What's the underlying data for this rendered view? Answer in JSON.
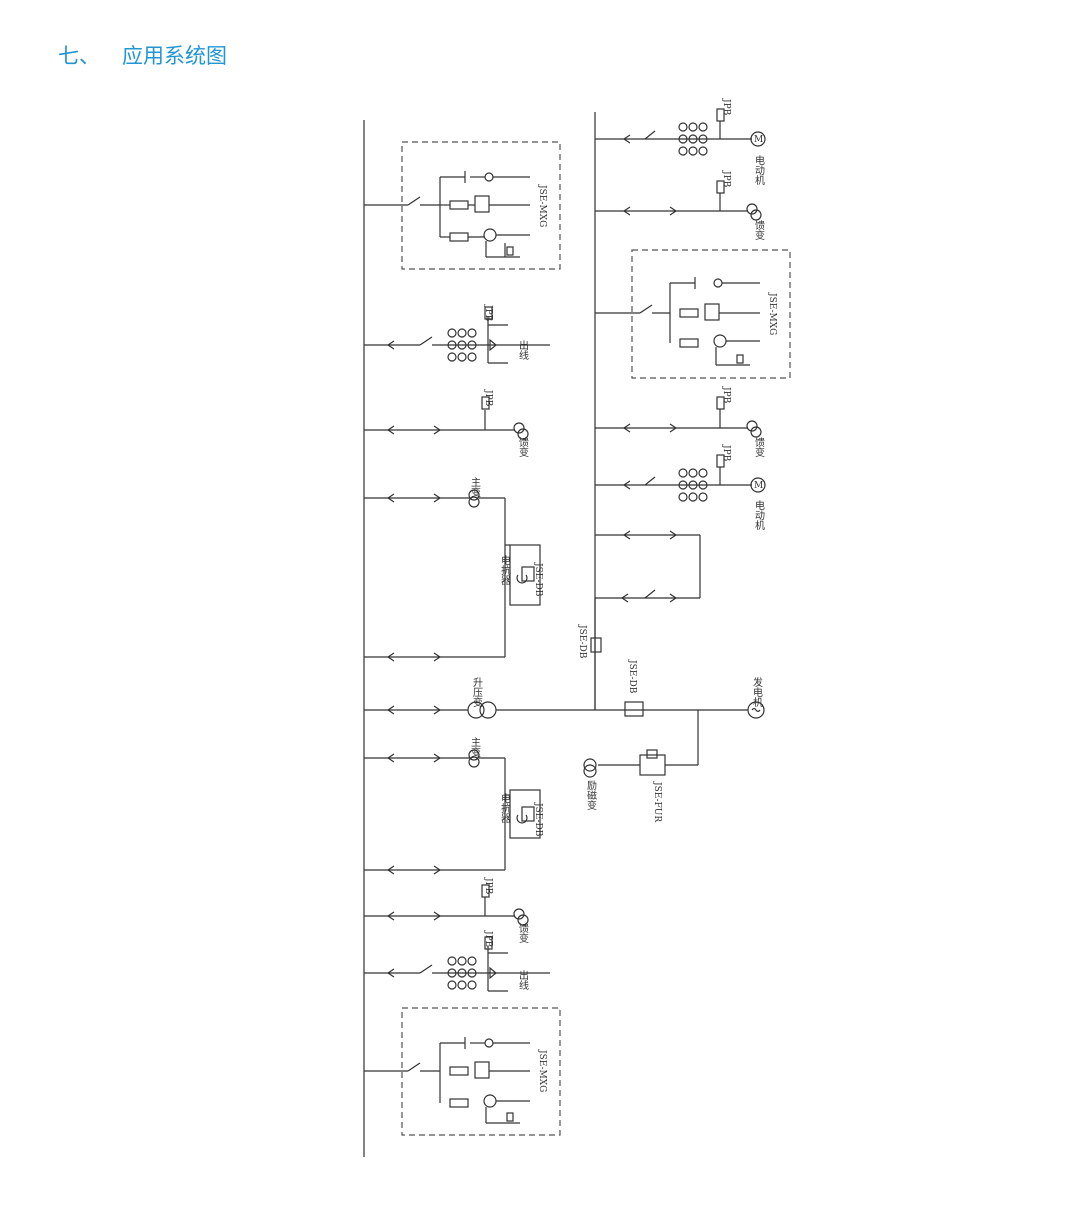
{
  "heading": {
    "number": "七、",
    "title": "应用系统图"
  },
  "labels": {
    "jse_mxg": "JSE-MXG",
    "jse_db": "JSE-DB",
    "jse_fur": "JSE-FUR",
    "jpb": "JPB",
    "motor": "电动机",
    "feeder_tx": "馈变",
    "outgoing": "出线",
    "main_tx": "主变",
    "reactor": "电抗器",
    "step_up": "升压变",
    "generator": "发电机",
    "excitation": "励磁变",
    "motor_symbol": "M",
    "generator_symbol": "~"
  },
  "colors": {
    "heading": "#2196d3",
    "line": "#333333",
    "dash": "#555555"
  }
}
